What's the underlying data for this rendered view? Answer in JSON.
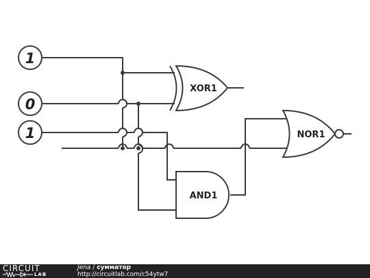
{
  "inputs": [
    {
      "id": "in1",
      "value": "1"
    },
    {
      "id": "in2",
      "value": "0"
    },
    {
      "id": "in3",
      "value": "1"
    }
  ],
  "gates": {
    "xor": "XOR1",
    "nor": "NOR1",
    "and": "AND1"
  },
  "footer": {
    "logo_top": "CIRCUIT",
    "logo_bottom": "LAB",
    "author": "Jena",
    "separator": " / ",
    "circuit_name": "сумматор",
    "url": "http://circuitlab.com/c54ytw7"
  }
}
